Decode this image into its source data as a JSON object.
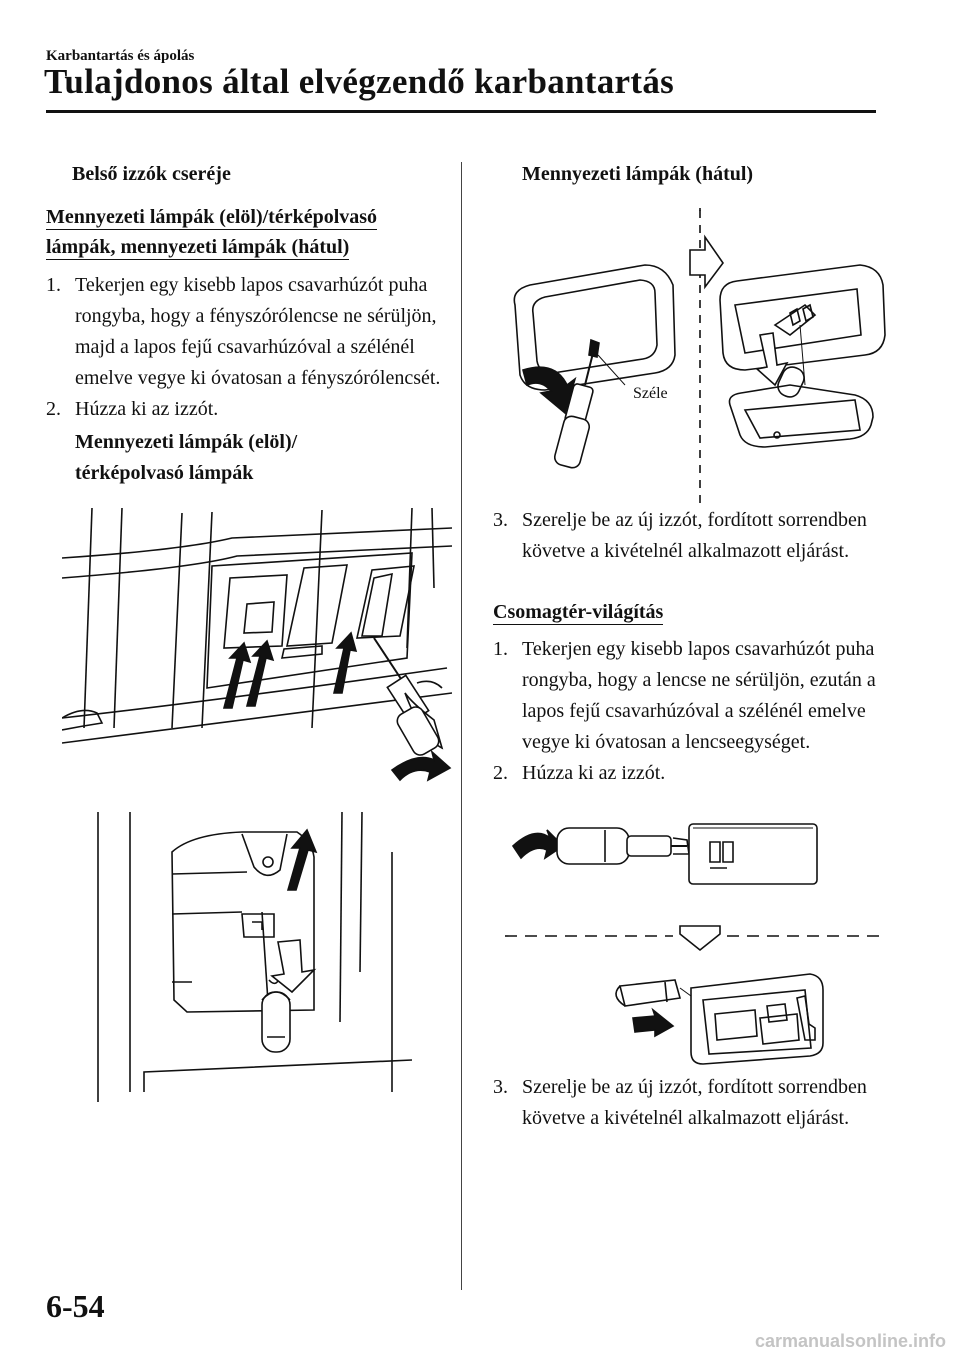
{
  "header": {
    "section": "Karbantartás és ápolás",
    "title": "Tulajdonos által elvégzendő karbantartás"
  },
  "left": {
    "heading": "Belső izzók cseréje",
    "subheading_line1": "Mennyezeti lámpák (elöl)/térképolvasó",
    "subheading_line2": "lámpák, mennyezeti lámpák (hátul)",
    "steps": [
      {
        "num": "1.",
        "text": "Tekerjen egy kisebb lapos csavarhúzót puha rongyba, hogy a fényszórólencse ne sérüljön, majd a lapos fejű csavarhúzóval a szélénél emelve vegye ki óvatosan a fényszórólencsét."
      },
      {
        "num": "2.",
        "text": "Húzza ki az izzót."
      }
    ],
    "figure_caption_line1": "Mennyezeti lámpák (elöl)/",
    "figure_caption_line2": "térképolvasó lámpák"
  },
  "right": {
    "figure_caption": "Mennyezeti lámpák (hátul)",
    "figure_callout": "Széle",
    "step3": {
      "num": "3.",
      "text": "Szerelje be az új izzót, fordított sorrendben követve a kivételnél alkalmazott eljárást."
    },
    "subheading": "Csomagtér-világítás",
    "steps": [
      {
        "num": "1.",
        "text": "Tekerjen egy kisebb lapos csavarhúzót puha rongyba, hogy a lencse ne sérüljön, ezután a lapos fejű csavarhúzóval a szélénél emelve vegye ki óvatosan a lencseegységet."
      },
      {
        "num": "2.",
        "text": "Húzza ki az izzót."
      }
    ],
    "step3b": {
      "num": "3.",
      "text": "Szerelje be az új izzót, fordított sorrendben követve a kivételnél alkalmazott eljárást."
    }
  },
  "footer": {
    "page_number": "6-54",
    "watermark": "carmanualsonline.info"
  }
}
